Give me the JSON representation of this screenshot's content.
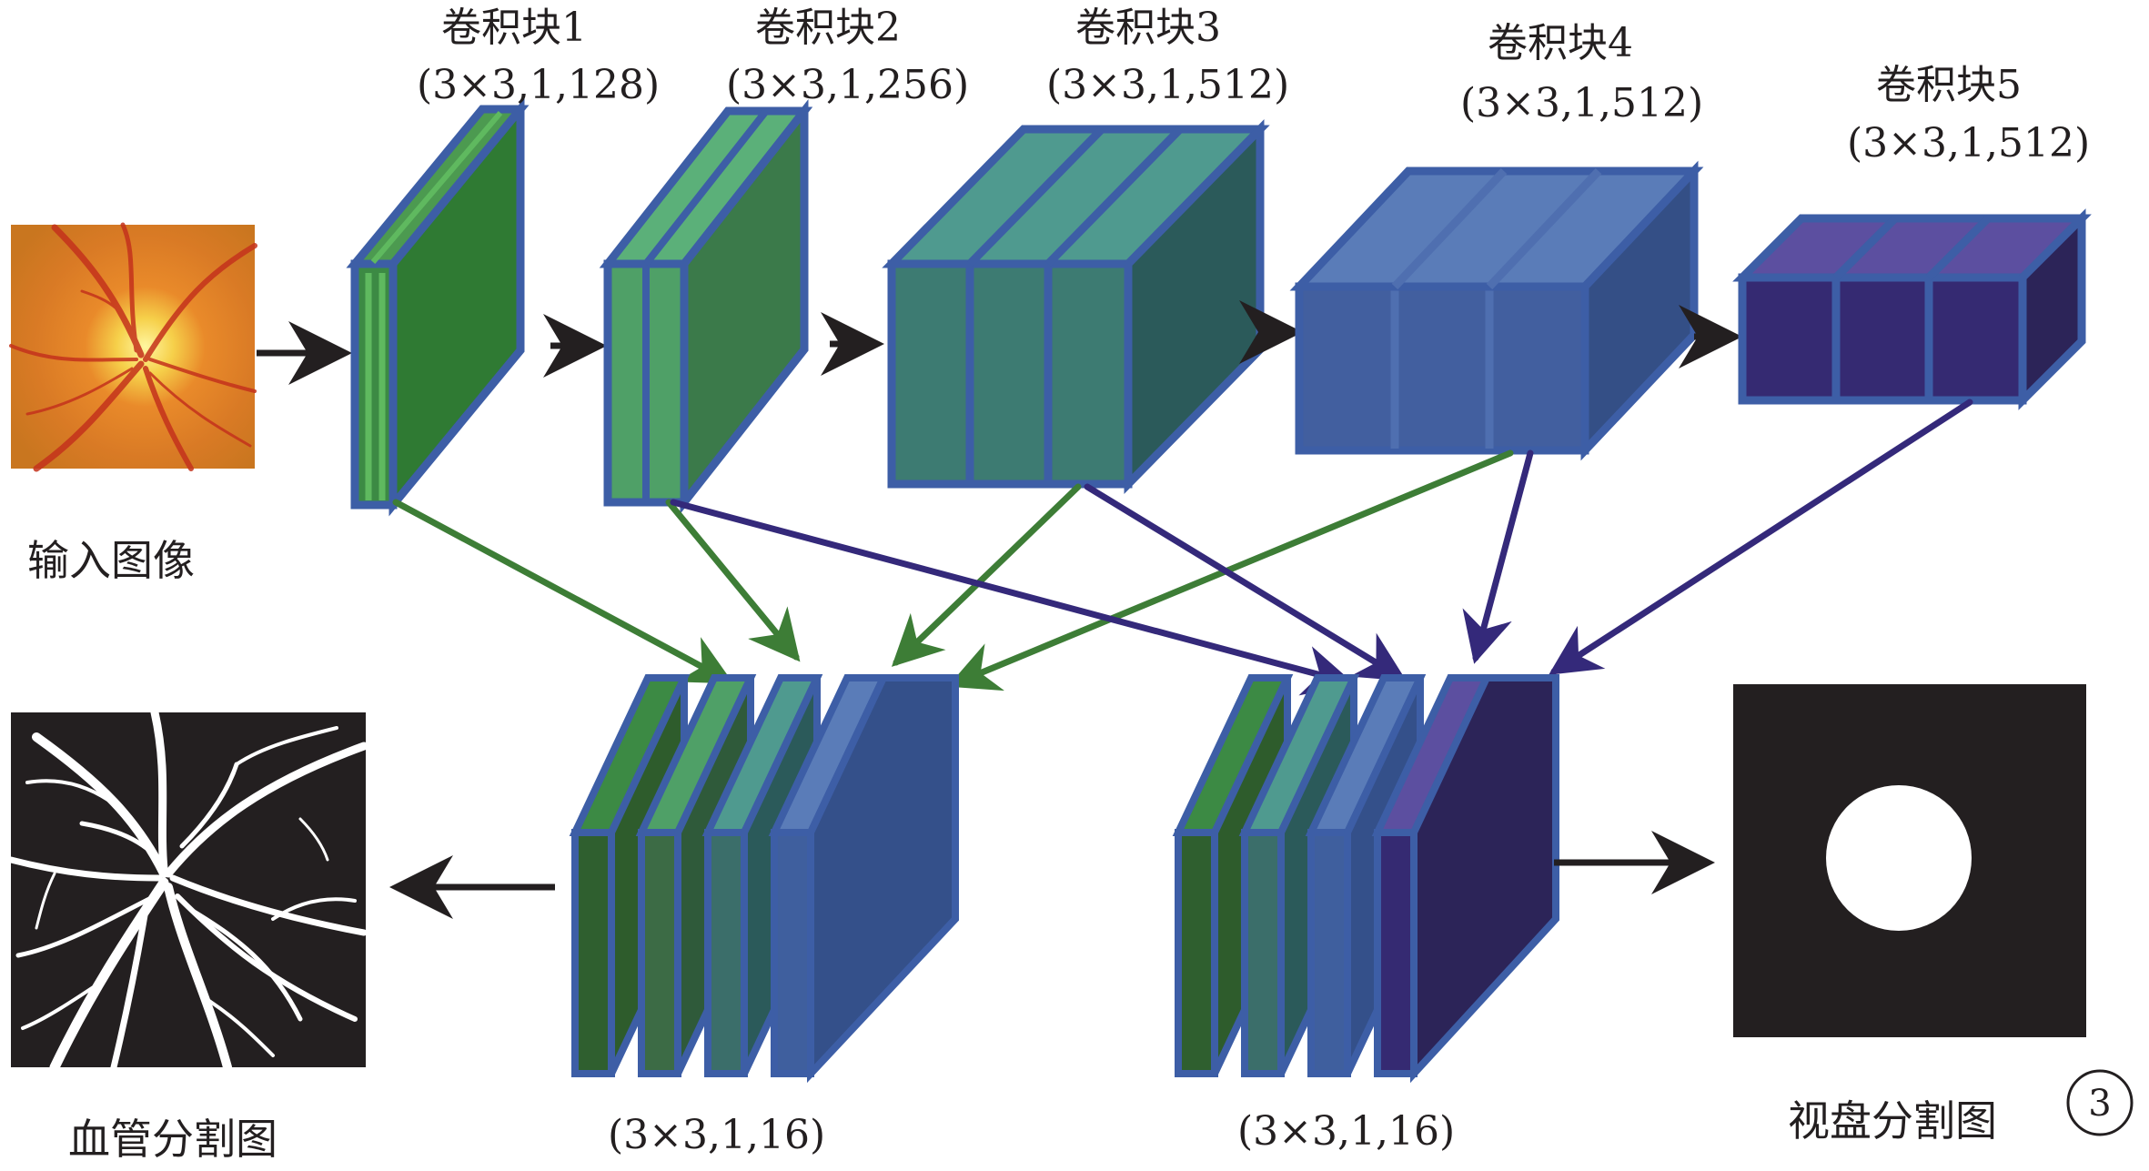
{
  "input_label": "输入图像",
  "vessel_label": "血管分割图",
  "disc_label": "视盘分割图",
  "badge": "3",
  "blocks": [
    {
      "title": "卷积块1",
      "param": "(3×3,1,128)"
    },
    {
      "title": "卷积块2",
      "param": "(3×3,1,256)"
    },
    {
      "title": "卷积块3",
      "param": "(3×3,1,512)"
    },
    {
      "title": "卷积块4",
      "param": "(3×3,1,512)"
    },
    {
      "title": "卷积块5",
      "param": "(3×3,1,512)"
    }
  ],
  "decoders": [
    {
      "param": "(3×3,1,16)"
    },
    {
      "param": "(3×3,1,16)"
    }
  ],
  "colors": {
    "outline": "#3d5ea6",
    "block1": "#3c8a44",
    "block2": "#4fa067",
    "block3": "#3c8078",
    "block4": "#476bae",
    "block5": "#3a2f79",
    "arrow_green": "#3d7d36",
    "arrow_purple": "#34297a",
    "arrow_black": "#231f20"
  }
}
